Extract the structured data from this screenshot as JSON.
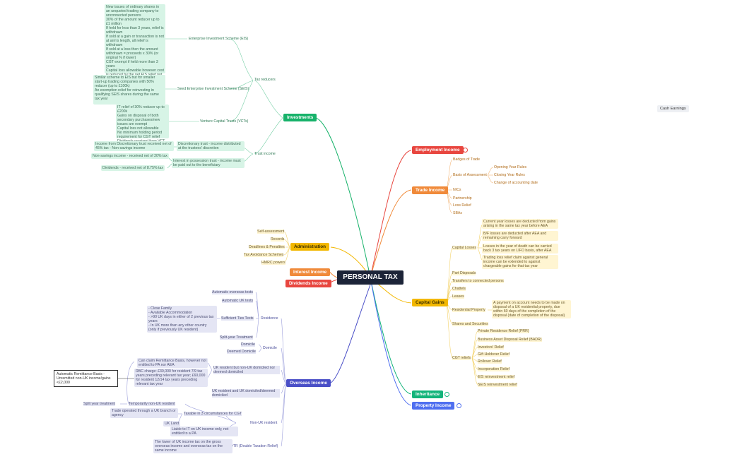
{
  "center": "PERSONAL TAX",
  "floating": "Cash Earnings",
  "investments": {
    "label": "Investments",
    "tax_reducers": "Tax reducers",
    "eis": "Enterprise Investment Scheme (EIS)",
    "eis_note": "New issues of ordinary shares in an unquoted trading company to unconnected persons\n30% of the amount reducer up to £1 million\nIf held for less than 3 years, relief is withdrawn\nIf sold at a gain or transaction is not at arm's length, all relief is withdrawn\nIf sold at a loss then the amount withdrawn = proceeds x 30% (or original % if lower)\nCGT exempt if held more than 3 years\nCapital loss allowable however cost is reduced by the net EIS relief not withdrawn\nDeferral relief available if reinvests in qualifying EIS within the 1 year before and 3 year after the disposal",
    "seis": "Seed Enterprise Investment Scheme (SEIS)",
    "seis_note": "Similar scheme to EIS but for smaller start-up trading companies with 50% reducer (up to £100k)\nAn exemption relief for reinvesting in qualifying SEIS shares during the same tax year",
    "vct": "Venture Capital Trusts (VCTs)",
    "vct_note": "IT relief of 30% reducer up to £200k\nGains on disposal of both secondary purchases/new issues are exempt\nCapital loss not allowable\nNo minimum holding period requirement for CGT relief\nDividends received from VCT shares are tax-free income",
    "trust_income": "Trust income",
    "discretionary": "Discretionary trust - income distributed at the trustees' discretion",
    "discretionary_note": "Income from Discretionary trust received net of 45% tax - Non-savings income",
    "iip": "Interest in possession trust - income must be paid out to the beneficiary",
    "iip_note1": "Non-savings income - received net of 20% tax",
    "iip_note2": "Dividends - received net of 8.75% tax"
  },
  "employment": {
    "label": "Employment Income"
  },
  "trade": {
    "label": "Trade Income",
    "badges": "Badges of Trade",
    "basis": "Basis of Assessment",
    "opening": "Opening Year Rules",
    "closing": "Closing Year Rules",
    "change": "Change of accounting date",
    "nics": "NICs",
    "partnership": "Partnership",
    "loss": "Loss Relief",
    "sbas": "SBAs"
  },
  "capital": {
    "label": "Capital Gains",
    "losses": "Capital Losses",
    "l1": "Current year losses are deducted from gains arising in the same tax year before AEA",
    "l2": "B/F losses are deducted after AEA and remaining carry forward",
    "l3": "Losses in the year of death can be carried back 3 tax years on LIFO basis, after AEA",
    "l4": "Trading loss relief claim against general income can be extended to against chargeable gains for that tax year",
    "part": "Part Disposals",
    "transfers": "Transfers to connected persons",
    "chattels": "Chattels",
    "leases": "Leases",
    "residential": "Residential Property",
    "residential_note": "A payment on account needs to be made on disposal of a UK residential property, due within 60 days of the completion of the disposal (date of completion of the disposal)",
    "shares": "Shares and Securities",
    "cgt_reliefs": "CGT reliefs",
    "r1": "Private Residence Relief (PRR)",
    "r2": "Business Asset Disposal Relief (BADR)",
    "r3": "Investors' Relief",
    "r4": "Gift Holdover Relief",
    "r5": "Rollover Relief",
    "r6": "Incorporation Relief",
    "r7": "EIS reinvestment relief",
    "r8": "SEIS reinvestment relief"
  },
  "inheritance": {
    "label": "Inheritance"
  },
  "property": {
    "label": "Property Income"
  },
  "administration": {
    "label": "Administration",
    "a1": "Self-assessment",
    "a2": "Records",
    "a3": "Deadlines & Penalties",
    "a4": "Tax Avoidance Schemes",
    "a5": "HMRC powers"
  },
  "interest": {
    "label": "Interest Income"
  },
  "dividends": {
    "label": "Dividends Income"
  },
  "overseas": {
    "label": "Overseas Income",
    "residence": "Residence",
    "aot": "Automatic overseas tests",
    "auk": "Automatic UK tests",
    "stt": "Sufficient Ties Tests",
    "stt_note": "- Close Family\n- Available Accommodation\n- >90 UK days in either of 2 previous tax years\n- In UK more than any other country (only if previously UK resident)",
    "split": "Split-year Treatment",
    "domicile": "Domicile",
    "dom": "Domicile",
    "deemed": "Deemed Domicile",
    "uk_nondom": "UK resident but non-UK domiciled nor deemed domiciled",
    "remit": "Can claim Remittance Basis, however not entitled to PA nor AEA",
    "rbc": "RBC charge: £30,000 for resident 7/9 tax years preceding relevant tax year; £60,000 for resident 12/14 tax years preceding relevant tax year",
    "outline": "Automatic Remittance Basis - Unremitted non-UK income/gains <£2,000",
    "uk_dom": "UK resident and UK domiciled/deemed domiciled",
    "non_uk": "Non-UK resident",
    "temp": "Temporarily non-UK resident",
    "split2": "Split year treatment",
    "taxable": "Taxable in 3 circumstances for CGT",
    "trade_branch": "Trade operated through a UK branch or agency",
    "uk_land": "UK Land",
    "liable": "Liable to IT on UK income only, not entitled to a PA",
    "dtr": "DTR (Double Taxation Relief)",
    "dtr_note": "The lower of UK income tax on the gross overseas income and overseas tax on the same income"
  },
  "colors": {
    "center": "#1c2438",
    "investments": "#17b26a",
    "employment": "#e8463f",
    "trade": "#f08a3a",
    "capital": "#f2b700",
    "inheritance": "#13b47a",
    "property": "#4f6ff0",
    "administration": "#f2b700",
    "interest": "#f08a3a",
    "dividends": "#e8463f",
    "overseas": "#4a4fc7"
  }
}
